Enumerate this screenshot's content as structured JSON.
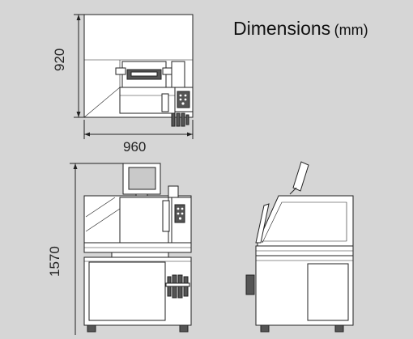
{
  "title": {
    "main": "Dimensions",
    "unit": "(mm)"
  },
  "dimensions": {
    "width": "960",
    "depth": "920",
    "height": "1570"
  }
}
